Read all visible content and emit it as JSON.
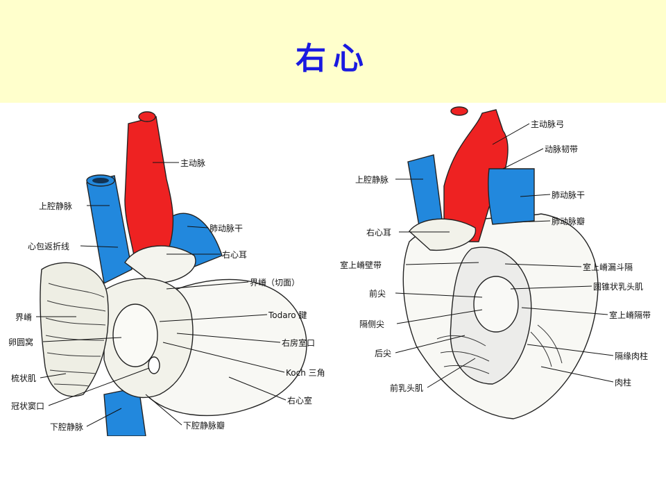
{
  "title": "右心",
  "colors": {
    "artery": "#ee2222",
    "vein": "#2288dd",
    "title": "#1a1ae0",
    "banner": "#ffffcc"
  },
  "left_labels": {
    "aorta": "主动脉",
    "svc": "上腔静脉",
    "pulmonary_trunk": "肺动脉干",
    "pericardial_reflection": "心包返折线",
    "right_auricle": "右心耳",
    "crista_terminalis_cut": "界嵴（切面）",
    "todaro_tendon": "Todaro 腱",
    "crista_terminalis": "界嵴",
    "right_av_orifice": "右房室口",
    "fossa_ovalis": "卵圆窝",
    "koch_triangle": "Koch 三角",
    "pectinate_muscles": "梳状肌",
    "right_ventricle": "右心室",
    "coronary_sinus_orifice": "冠状窦口",
    "ivc": "下腔静脉",
    "ivc_valve": "下腔静脉瓣"
  },
  "right_labels": {
    "aortic_arch": "主动脉弓",
    "arterial_ligament": "动脉韧带",
    "svc": "上腔静脉",
    "pulmonary_trunk": "肺动脉干",
    "pulmonary_valve": "肺动脉瓣",
    "right_auricle": "右心耳",
    "parietal_band": "室上嵴壁带",
    "infundibular_septum": "室上嵴漏斗隔",
    "anterior_cusp": "前尖",
    "conus_papillary": "圆锥状乳头肌",
    "septal_cusp": "隔侧尖",
    "septal_band": "室上嵴隔带",
    "posterior_cusp": "后尖",
    "septomarginal_trabecula": "隔缘肉柱",
    "anterior_papillary": "前乳头肌",
    "trabeculae": "肉柱"
  }
}
